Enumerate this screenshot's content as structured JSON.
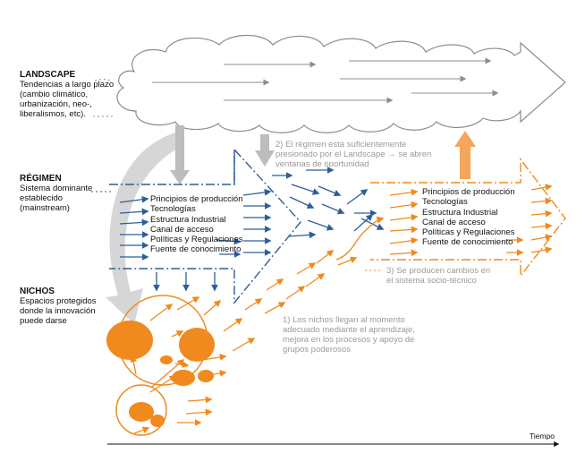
{
  "landscape": {
    "heading": "LANDSCAPE",
    "lines": [
      "Tendencias a largo plazo",
      "(cambio climático,",
      "urbanización,  neo-,",
      "liberalismos, etc)."
    ]
  },
  "regimen": {
    "heading": "RÉGIMEN",
    "lines": [
      "Sistema dominante",
      "establecido",
      "(mainstream)"
    ]
  },
  "nichos": {
    "heading": "NICHOS",
    "lines": [
      "Espacios protegidos",
      "donde la innovación",
      "puede darse"
    ]
  },
  "regime_items_blue": [
    "Principios de producción",
    "Tecnologías",
    "Estructura Industrial",
    "Canal de acceso",
    "Políticas y Regulaciones",
    "Fuente de conocimiento"
  ],
  "regime_items_orange": [
    "Principios de producción",
    "Tecnologías",
    "Estructura Industrial",
    "Canal de acceso",
    "Políticas y Regulaciones",
    "Fuente de conocimiento"
  ],
  "notes": {
    "note2": [
      "2) El régimen está suficientemente",
      "presionado por el Landscape → se abren",
      "ventanas de oportunidad"
    ],
    "note3": [
      "3) Se producen cambios en",
      "el sistema socio-técnico"
    ],
    "note1": [
      "1) Los nichos llegan al momento",
      "adecuado mediante el aprendizaje,",
      "mejora en los procesos y apoyo de",
      "grupos poderosos"
    ]
  },
  "axis_label": "Tiempo",
  "colors": {
    "blue": "#2e5d9a",
    "orange": "#f08a1e",
    "gray": "#bdbdbd",
    "cloud": "#8c8c8c"
  }
}
